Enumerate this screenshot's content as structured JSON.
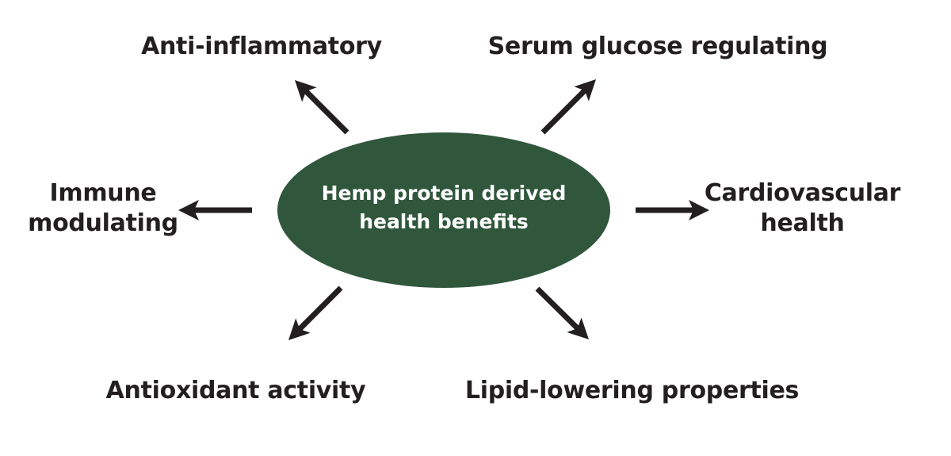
{
  "diagram": {
    "title": "Hemp protein derived health benefits",
    "center": {
      "lines": [
        "Hemp protein derived",
        "health benefits"
      ],
      "fill_color": "#30573c",
      "text_color": "#ffffff"
    },
    "benefits": [
      {
        "id": "anti-inflammatory",
        "lines": [
          "Anti-inflammatory"
        ],
        "direction": "up-left"
      },
      {
        "id": "serum-glucose",
        "lines": [
          "Serum glucose regulating"
        ],
        "direction": "up-right"
      },
      {
        "id": "immune",
        "lines": [
          "Immune",
          "modulating"
        ],
        "direction": "left"
      },
      {
        "id": "cardiovascular",
        "lines": [
          "Cardiovascular",
          "health"
        ],
        "direction": "right"
      },
      {
        "id": "antioxidant",
        "lines": [
          "Antioxidant activity"
        ],
        "direction": "down-left"
      },
      {
        "id": "lipid",
        "lines": [
          "Lipid-lowering properties"
        ],
        "direction": "down-right"
      }
    ],
    "arrow_color": "#231f20",
    "text_color": "#231f20"
  }
}
